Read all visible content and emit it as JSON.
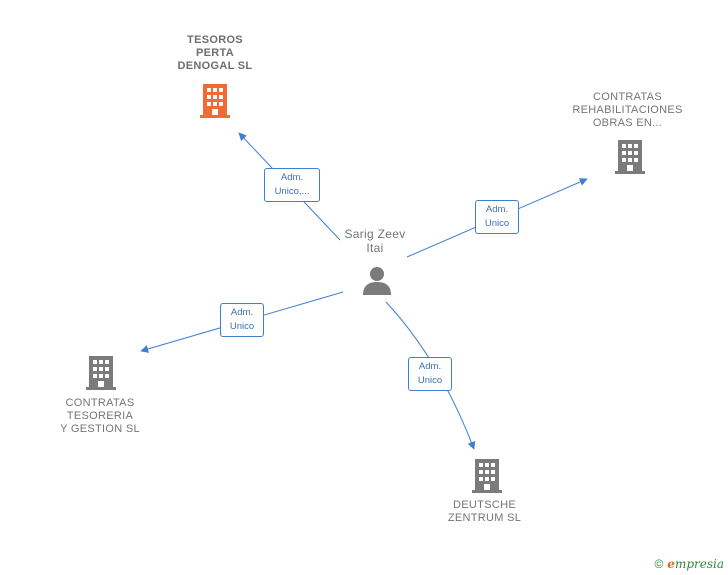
{
  "center": {
    "name": "Sarig Zeev\nItai",
    "icon": "person-icon"
  },
  "companies": [
    {
      "id": "tesoros",
      "name": "TESOROS\nPERTA\nDENOGAL  SL",
      "icon": "building-icon",
      "color": "#f26b35"
    },
    {
      "id": "contratas-rehab",
      "name": "CONTRATAS\nREHABILITACIONES\nOBRAS EN...",
      "icon": "building-icon",
      "color": "#7b7b7b"
    },
    {
      "id": "contratas-tesoreria",
      "name": "CONTRATAS\nTESORERIA\nY GESTION  SL",
      "icon": "building-icon",
      "color": "#7b7b7b"
    },
    {
      "id": "deutsche",
      "name": "DEUTSCHE\nZENTRUM  SL",
      "icon": "building-icon",
      "color": "#7b7b7b"
    }
  ],
  "relations": [
    {
      "to": "tesoros",
      "label": "Adm.\nUnico,..."
    },
    {
      "to": "contratas-rehab",
      "label": "Adm.\nUnico"
    },
    {
      "to": "contratas-tesoreria",
      "label": "Adm.\nUnico"
    },
    {
      "to": "deutsche",
      "label": "Adm.\nUnico"
    }
  ],
  "footer": {
    "copyright": "©",
    "brand_initial": "e",
    "brand_rest": "mpresia"
  },
  "colors": {
    "edge": "#3f7fd0",
    "icon_gray": "#7b7b7b",
    "icon_orange": "#f26b35"
  }
}
